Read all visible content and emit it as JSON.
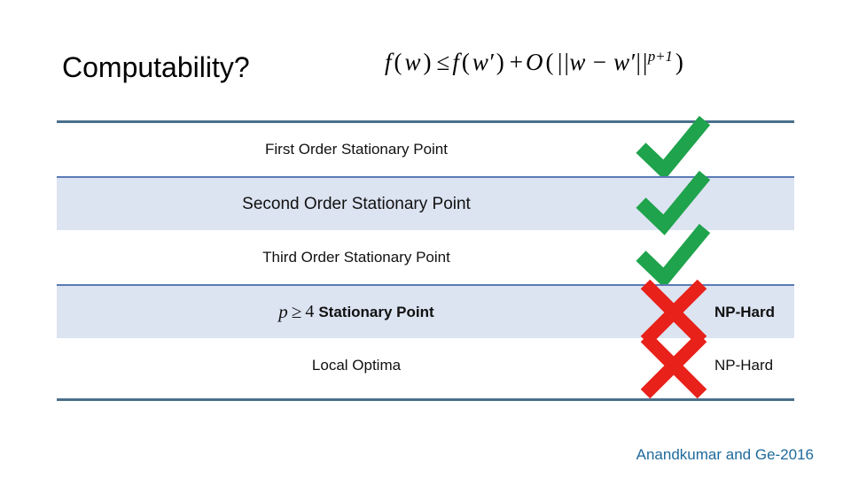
{
  "slide": {
    "title": "Computability?",
    "formula": {
      "text": "f(w) ≤ f(w′) + O(||w − w′||^(p+1))",
      "lhs_fn": "f",
      "lhs_arg": "w",
      "relation": "≤",
      "rhs_fn": "f",
      "rhs_arg": "w′",
      "plus": "+",
      "bigo": "O",
      "norm_expr": "||w − w′||",
      "exponent": "p+1"
    },
    "attribution": "Anandkumar and Ge-2016"
  },
  "colors": {
    "table_outer_rule": "#4a6f8a",
    "table_inner_rule": "#5b7ab5",
    "shaded_row": "#dce3f1",
    "check_green": "#1fa34c",
    "cross_red": "#e8211a",
    "attribution_blue": "#1f6a9c",
    "text": "#111111"
  },
  "table": {
    "rows": [
      {
        "label": "First Order Stationary Point",
        "mark": "check-icon",
        "mark_label": "check",
        "note": "",
        "shaded": false,
        "bold": false
      },
      {
        "label": "Second Order Stationary Point",
        "mark": "check-icon",
        "mark_label": "check",
        "note": "",
        "shaded": true,
        "bold": false
      },
      {
        "label": "Third Order Stationary Point",
        "mark": "check-icon",
        "mark_label": "check",
        "note": "",
        "shaded": false,
        "bold": false
      },
      {
        "label_math_var": "p",
        "label_math_op": "≥",
        "label_math_num": "4",
        "label": "Stationary Point",
        "mark": "cross-icon",
        "mark_label": "cross",
        "note": "NP-Hard",
        "shaded": true,
        "bold": true
      },
      {
        "label": "Local Optima",
        "mark": "cross-icon",
        "mark_label": "cross",
        "note": "NP-Hard",
        "shaded": false,
        "bold": false
      }
    ]
  }
}
